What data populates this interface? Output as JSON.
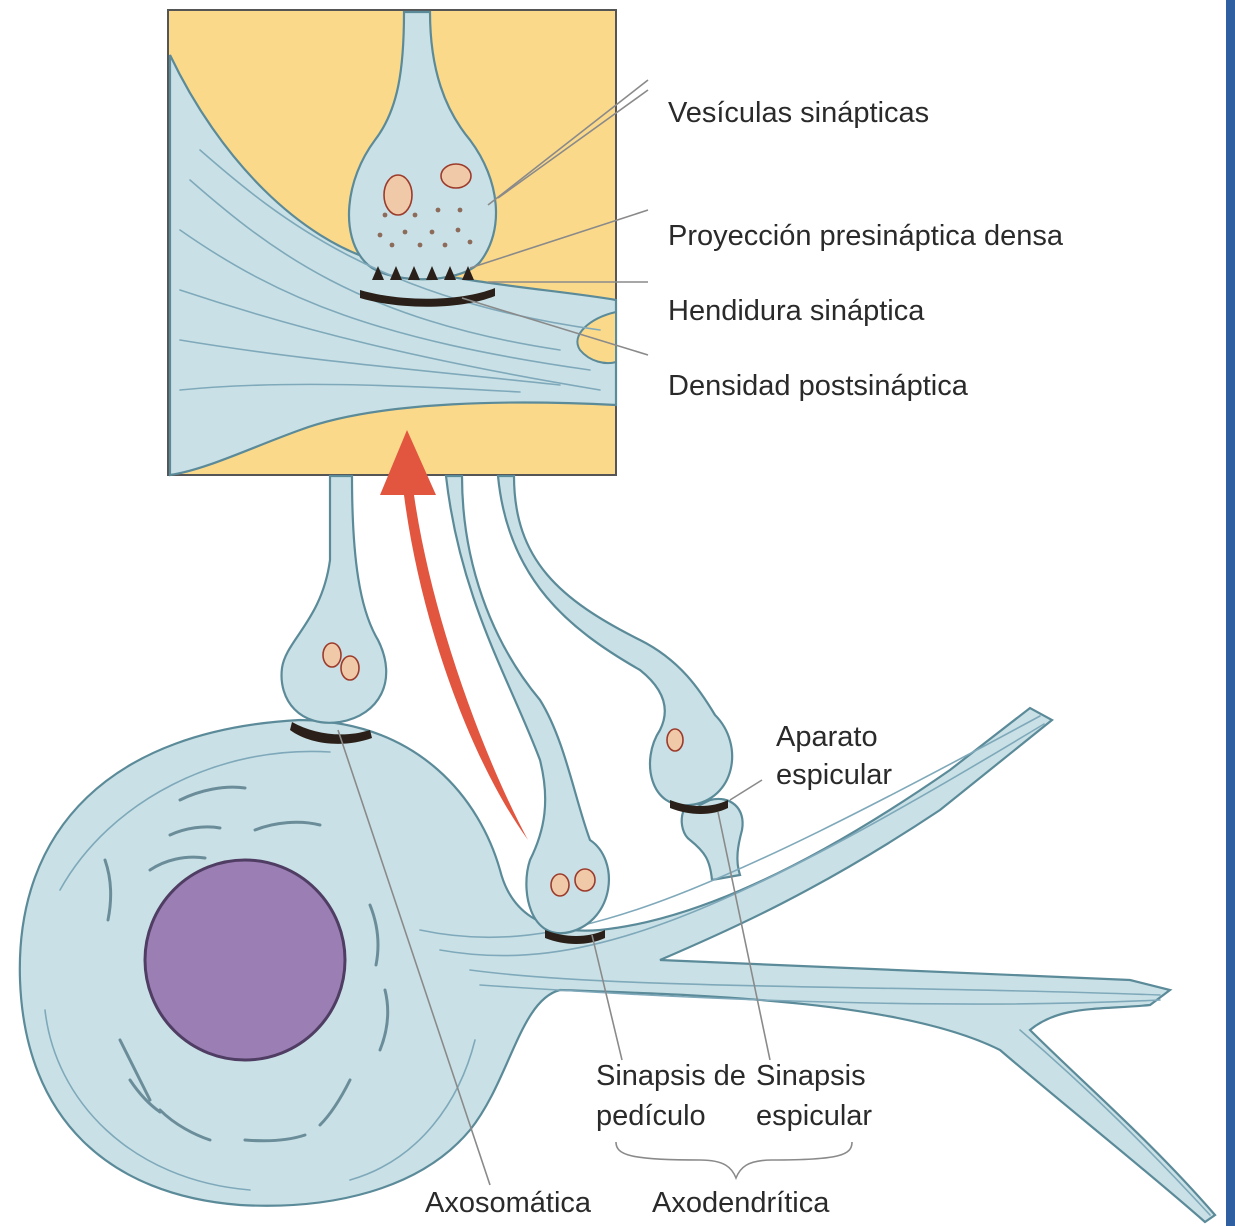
{
  "labels": {
    "vesiculas": "Vesículas sinápticas",
    "proyeccion": "Proyección presináptica densa",
    "hendidura": "Hendidura sináptica",
    "densidad": "Densidad postsináptica",
    "aparato_line1": "Aparato",
    "aparato_line2": "espicular",
    "pediculo_line1": "Sinapsis de",
    "pediculo_line2": "pedículo",
    "espicular_line1": "Sinapsis",
    "espicular_line2": "espicular",
    "axosomatica": "Axosomática",
    "axodendritica": "Axodendrítica"
  },
  "colors": {
    "inset_background": "#fbd98a",
    "cell_fill": "#c9e1e6",
    "nucleus": "#9b7fb4",
    "arrow": "#e2553f",
    "side_bar": "#2f5fa0"
  }
}
